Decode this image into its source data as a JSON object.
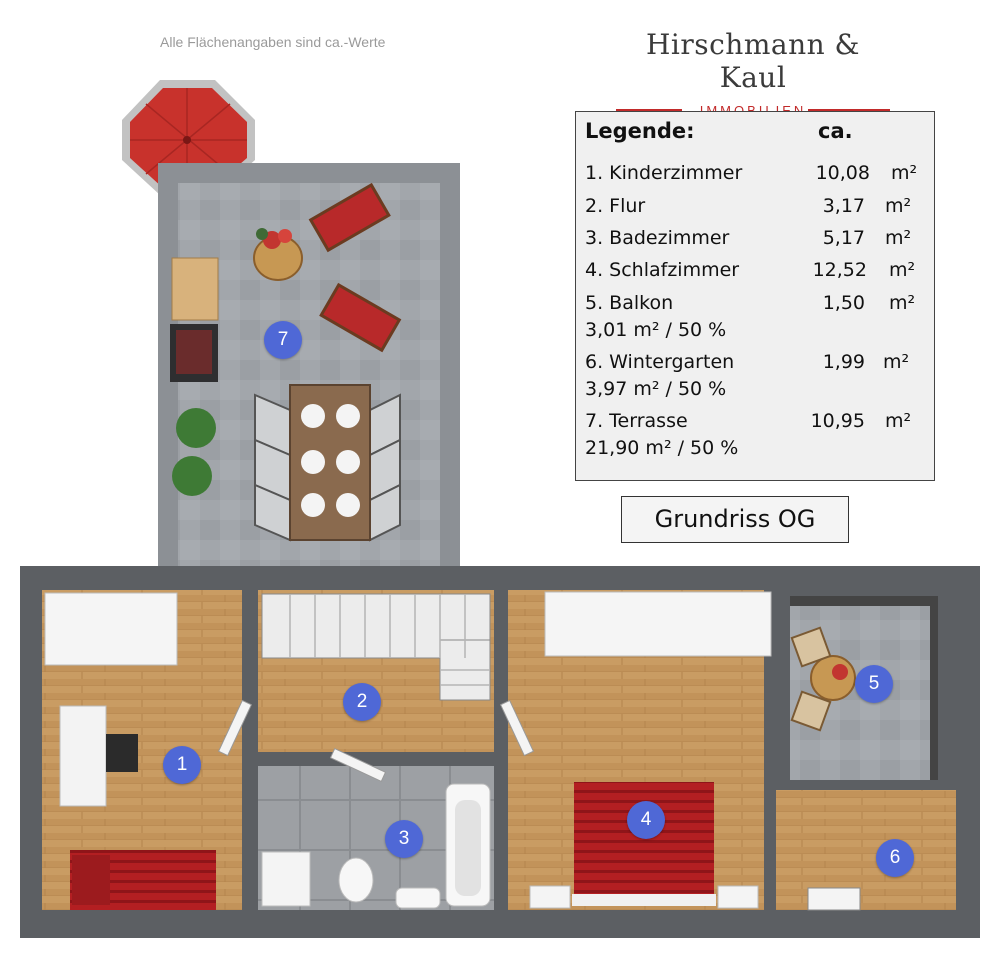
{
  "note": "Alle Flächenangaben sind ca.-Werte",
  "brand": {
    "name": "Hirschmann & Kaul",
    "sub": "IMMOBILIEN"
  },
  "legend": {
    "title": "Legende:",
    "ca": "ca.",
    "items": [
      {
        "label": "1.  Kinderzimmer",
        "value": "10,08",
        "unit": "m²"
      },
      {
        "label": "2. Flur",
        "value": "3,17",
        "unit": "m²"
      },
      {
        "label": "3. Badezimmer",
        "value": "5,17",
        "unit": "m²"
      },
      {
        "label": "4. Schlafzimmer",
        "value": "12,52",
        "unit": "m²"
      },
      {
        "label": "5. Balkon",
        "value": "1,50",
        "unit": "m²",
        "sub": "3,01  m² / 50 %"
      },
      {
        "label": "6. Wintergarten",
        "value": "1,99",
        "unit": "m²",
        "sub": "3,97  m² / 50 %"
      },
      {
        "label": "7. Terrasse",
        "value": "10,95",
        "unit": "m²",
        "sub": "21,90  m² / 50 %"
      }
    ]
  },
  "plan_title": "Grundriss OG",
  "rooms": [
    "1",
    "2",
    "3",
    "4",
    "5",
    "6",
    "7"
  ],
  "colors": {
    "accent": "#c22a2a",
    "badge": "#4f68d6",
    "wood": "#c9a06a",
    "wall": "#5c5f63",
    "terrace": "#9ea3a8"
  }
}
